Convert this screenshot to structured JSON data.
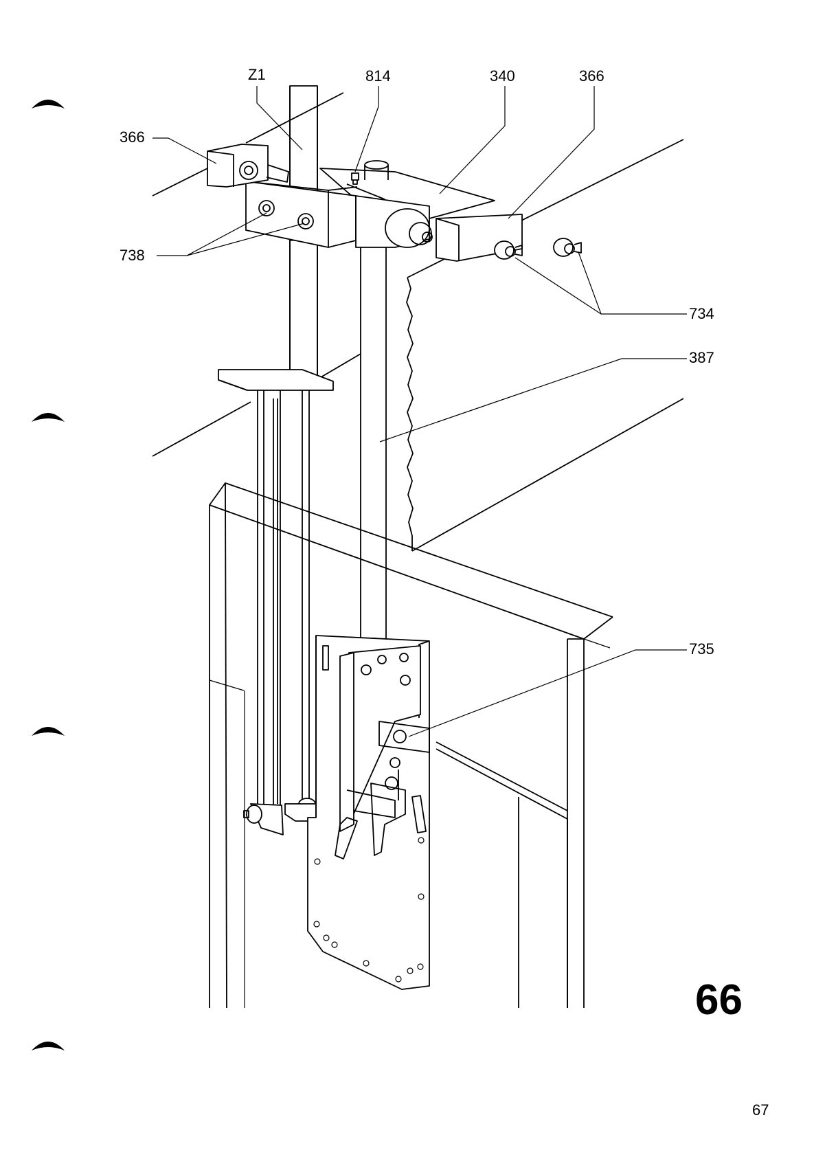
{
  "labels": {
    "z1": "Z1",
    "p814": "814",
    "p340": "340",
    "p366_top": "366",
    "p366_left": "366",
    "p738": "738",
    "p734": "734",
    "p387": "387",
    "p735": "735"
  },
  "figure_number": "66",
  "page_number": "67"
}
